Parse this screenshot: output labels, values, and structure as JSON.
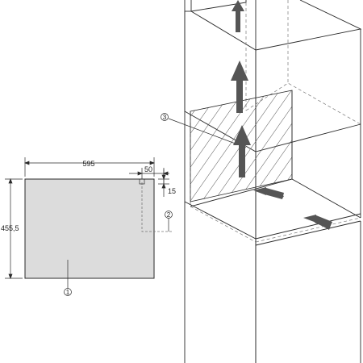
{
  "colors": {
    "line": "#2a2a2a",
    "dashed": "#777777",
    "panel_fill": "#dcdcdc",
    "arrow": "#555555",
    "hatch": "#555555",
    "background": "#ffffff"
  },
  "dimensions": {
    "width": "595",
    "height": "455,5",
    "offset_horizontal": "50",
    "offset_vertical": "15"
  },
  "callouts": {
    "panel": "1",
    "vent_opening": "2",
    "hatched_area": "3"
  }
}
